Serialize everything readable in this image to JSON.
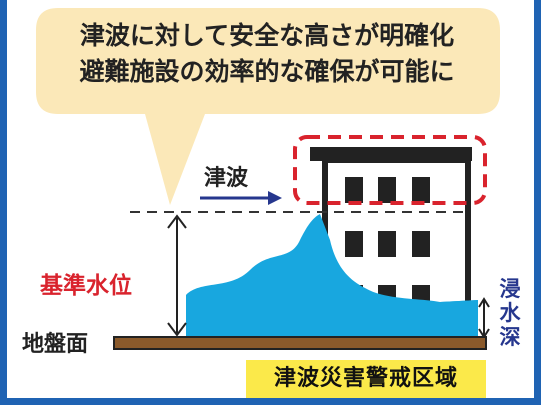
{
  "callout": {
    "line1": "津波に対して安全な高さが明確化",
    "line2": "避難施設の効率的な確保が可能に"
  },
  "labels": {
    "tsunami": "津波",
    "base_water_level": "基準水位",
    "ground_surface": "地盤面",
    "inundation_depth": "浸水深",
    "warning_zone": "津波災害警戒区域"
  },
  "colors": {
    "frame": "#1f63b3",
    "bubble": "#fbe8b8",
    "water": "#18a7df",
    "highlight": "#d9232d",
    "arrow": "#26378e",
    "zone": "#fbe94a",
    "ground": "#8b5a2b"
  }
}
